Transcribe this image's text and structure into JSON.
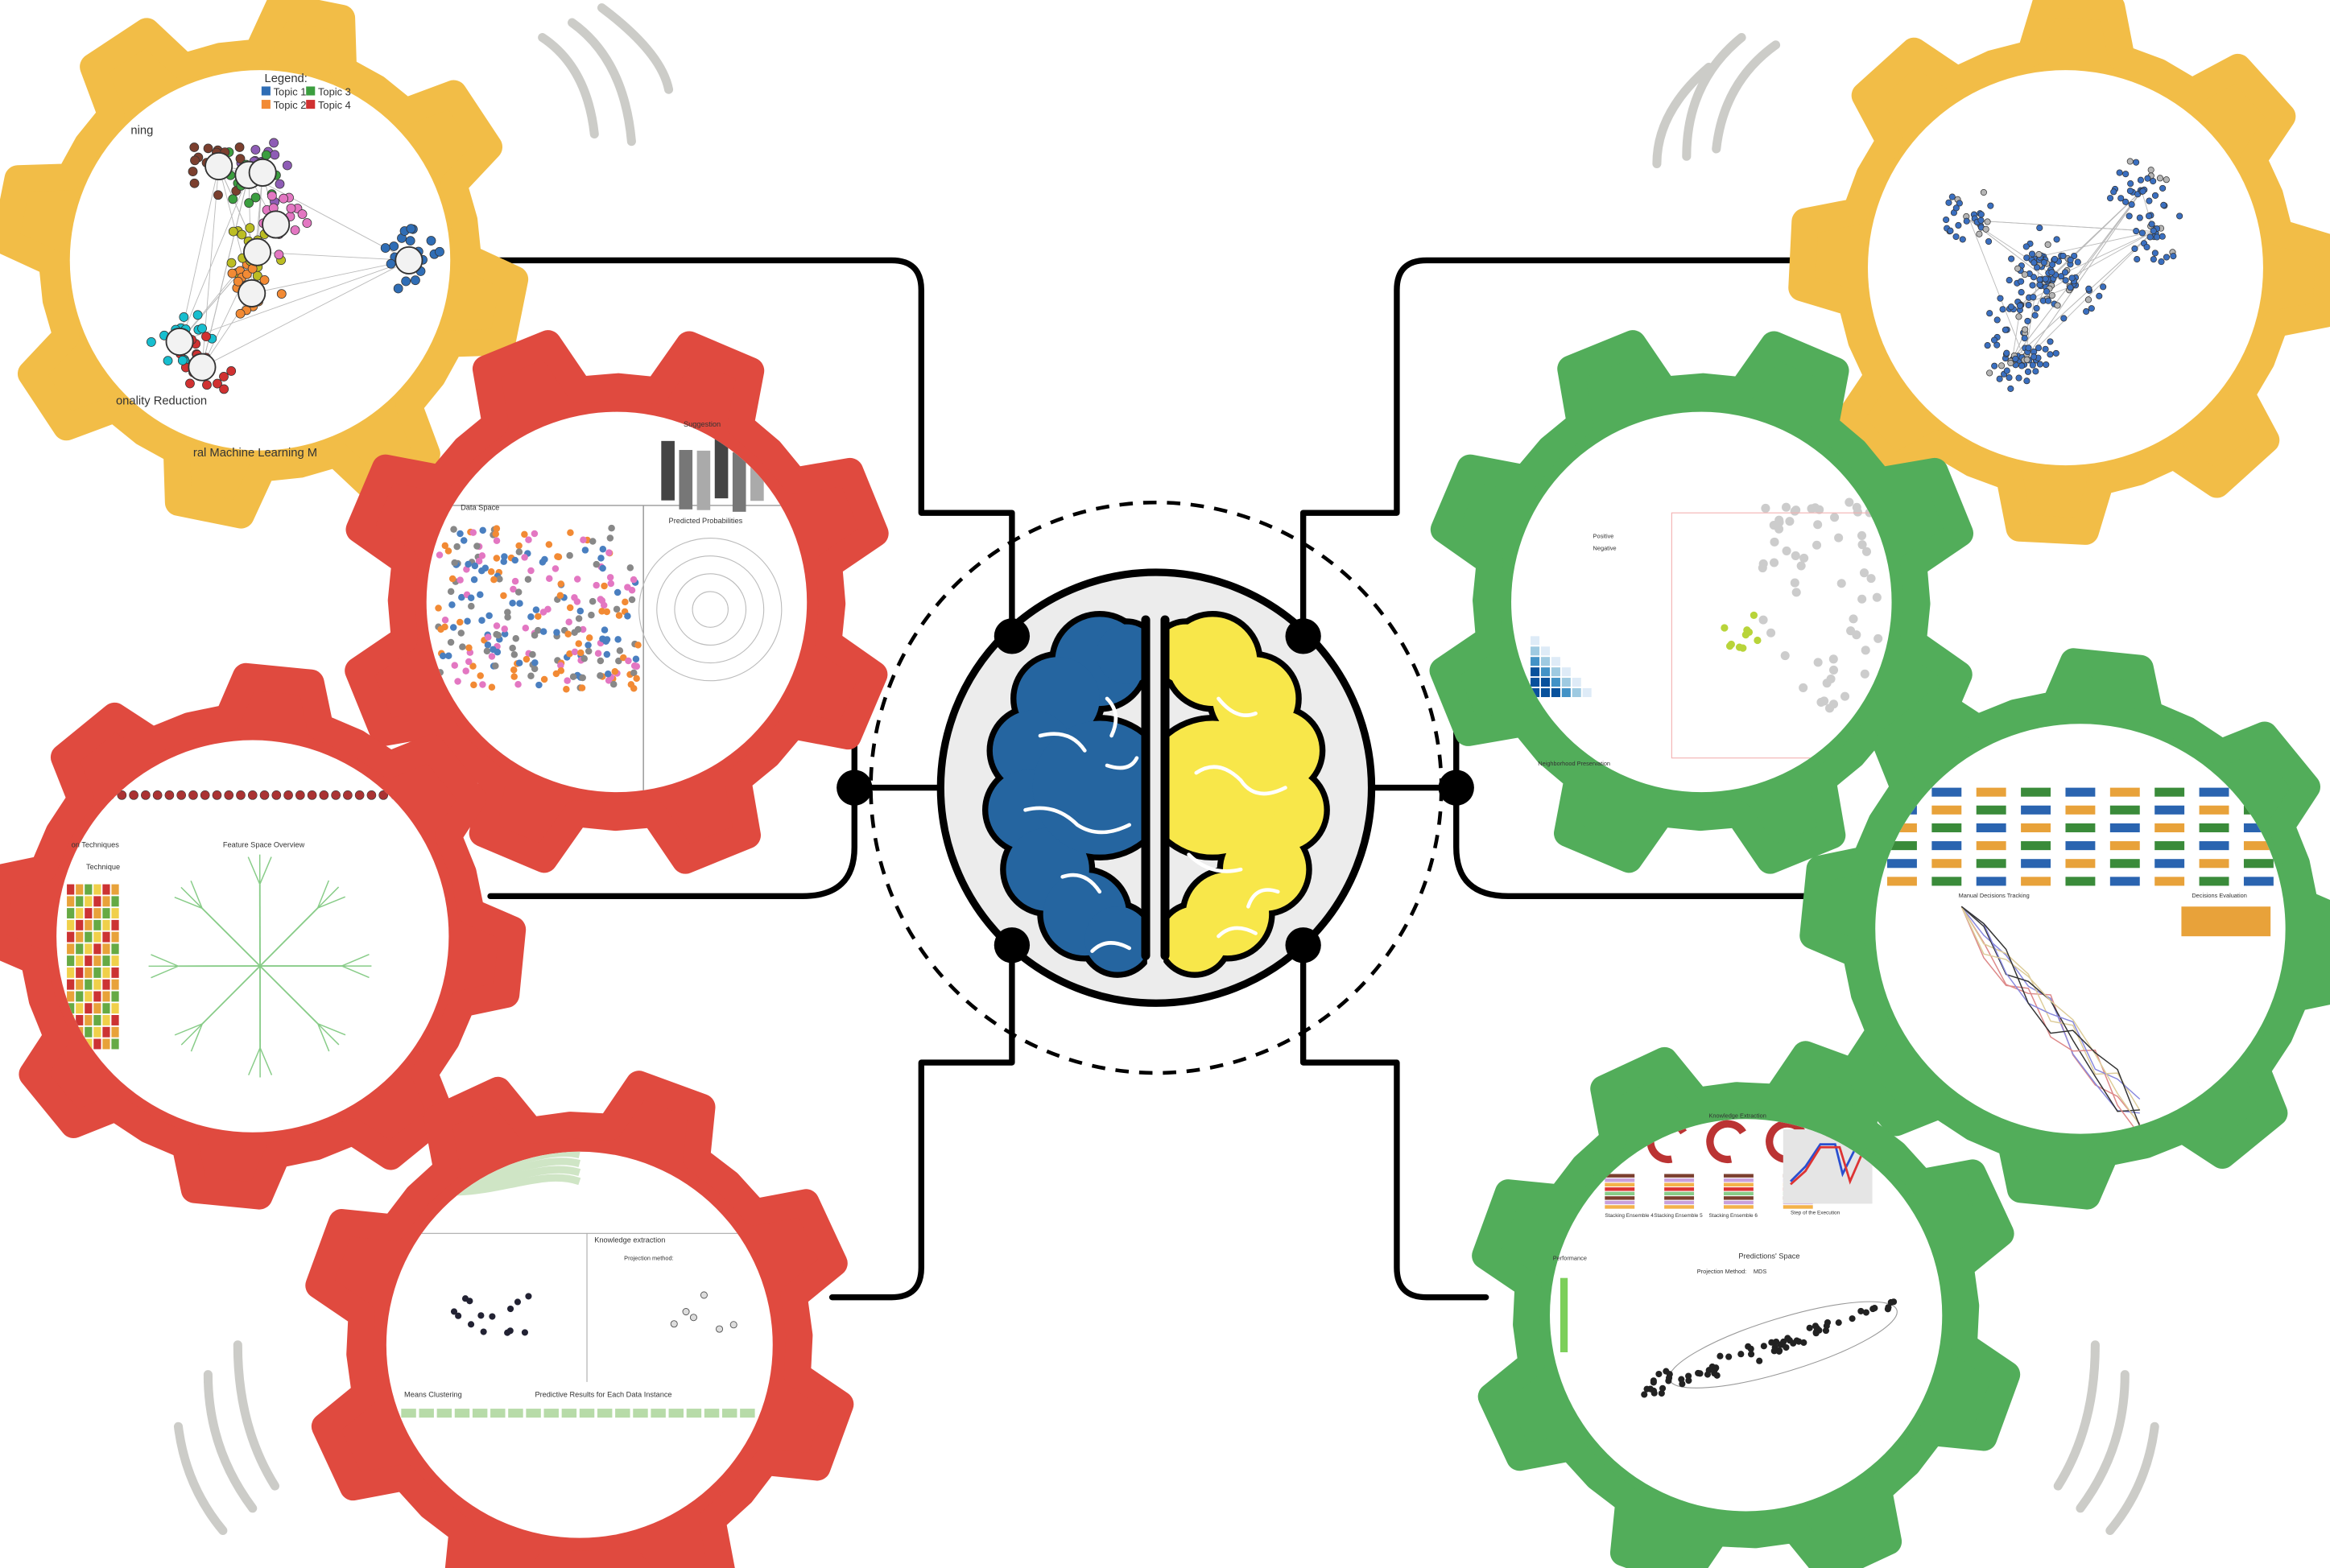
{
  "colors": {
    "yellow": "#f2bd47",
    "red": "#e04a3f",
    "green": "#52ad5a",
    "brain_left": "#2565a0",
    "brain_right": "#f8e74a"
  },
  "gears": {
    "yellow_top_left": {
      "legend_title": "Legend:",
      "topics": [
        "Topic 1",
        "Topic 2",
        "Topic 3",
        "Topic 4"
      ],
      "label_a": "ning",
      "label_b": "onality Reduction",
      "label_c": "ral Machine Learning M"
    },
    "red_data_space": {
      "title_a": "Data Space",
      "title_b": "Predicted Probabilities",
      "title_c": "Suggestion"
    },
    "red_left": {
      "title_a": "Feature Space Overview",
      "title_b": "Technique",
      "title_c": "on Techniques"
    },
    "red_bottom": {
      "title_a": "Knowledge extraction",
      "title_b": "Means Clustering",
      "title_c": "Predictive Results for Each Data Instance",
      "title_d": "Projection method:"
    },
    "yellow_top_right": {},
    "green_top": {
      "title_a": "Neighborhood Preservation",
      "title_b": "Negative",
      "title_c": "Positive"
    },
    "green_right": {
      "title_a": "Manual Decisions Tracking",
      "title_b": "Decisions Evaluation"
    },
    "green_bottom": {
      "title_a": "Knowledge Extraction",
      "ensembles": [
        "Stacking Ensemble 4",
        "Stacking Ensemble 5",
        "Stacking Ensemble 6"
      ],
      "title_b": "Predictions' Space",
      "projection_label": "Projection Method:",
      "projection_value": "MDS",
      "xaxis": "Step of the Execution",
      "title_c": "Performance"
    }
  }
}
